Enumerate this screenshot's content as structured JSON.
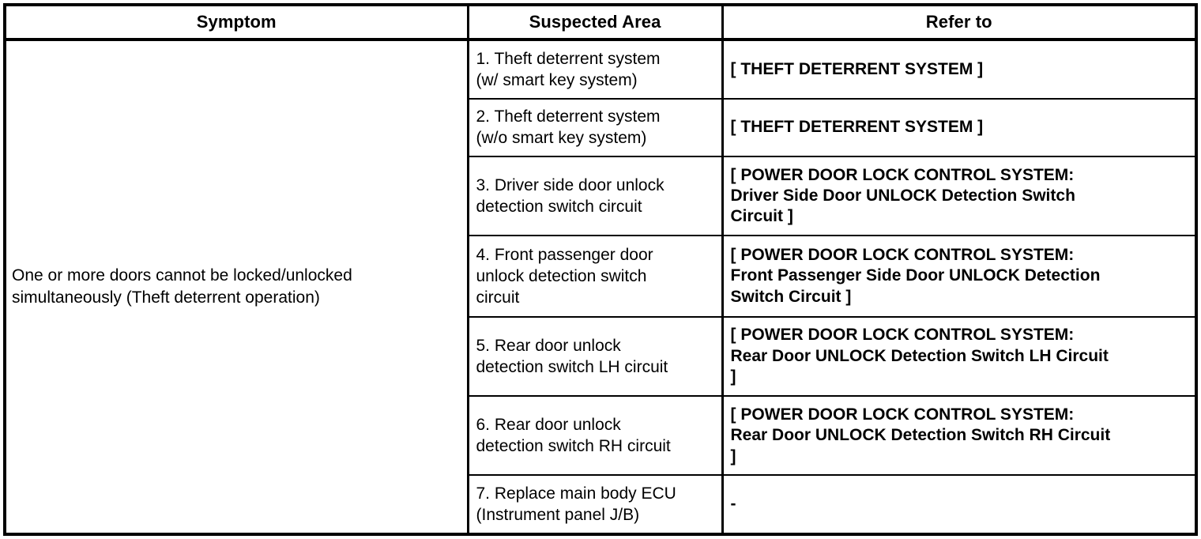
{
  "table": {
    "headers": {
      "symptom": "Symptom",
      "suspected_area": "Suspected Area",
      "refer_to": "Refer to"
    },
    "symptom": "One or more doors cannot be locked/unlocked\nsimultaneously (Theft deterrent operation)",
    "rows": [
      {
        "suspected_area": "1. Theft deterrent system\n(w/ smart key system)",
        "refer_to": "[ THEFT DETERRENT SYSTEM ]"
      },
      {
        "suspected_area": "2. Theft deterrent system\n(w/o smart key system)",
        "refer_to": "[ THEFT DETERRENT SYSTEM ]"
      },
      {
        "suspected_area": "3. Driver side door unlock\ndetection switch circuit",
        "refer_to": "[ POWER DOOR LOCK CONTROL SYSTEM:\nDriver Side Door UNLOCK Detection Switch\nCircuit ]"
      },
      {
        "suspected_area": "4. Front passenger door\nunlock detection switch\ncircuit",
        "refer_to": "[ POWER DOOR LOCK CONTROL SYSTEM:\nFront Passenger Side Door UNLOCK Detection\nSwitch Circuit ]"
      },
      {
        "suspected_area": "5. Rear door unlock\ndetection switch LH circuit",
        "refer_to": "[ POWER DOOR LOCK CONTROL SYSTEM:\nRear Door UNLOCK Detection Switch LH Circuit\n]"
      },
      {
        "suspected_area": "6. Rear door unlock\ndetection switch RH circuit",
        "refer_to": "[ POWER DOOR LOCK CONTROL SYSTEM:\nRear Door UNLOCK Detection Switch RH Circuit\n]"
      },
      {
        "suspected_area": "7. Replace main body ECU\n(Instrument panel J/B)",
        "refer_to": "-"
      }
    ]
  },
  "colors": {
    "border": "#000000",
    "text": "#000000",
    "background": "#ffffff"
  }
}
